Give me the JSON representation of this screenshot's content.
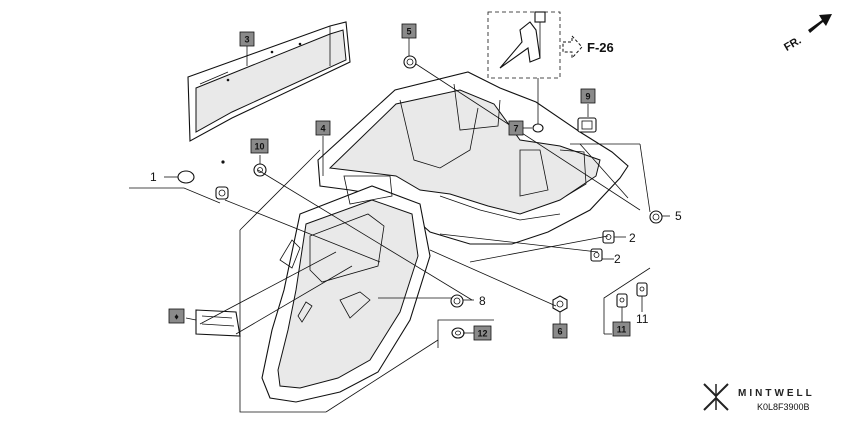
{
  "callouts": {
    "p1": "1",
    "p2a": "2",
    "p2b": "2",
    "p3": "3",
    "p4": "4",
    "p5a": "5",
    "p5b": "5",
    "p6": "6",
    "p7": "7",
    "p8": "8",
    "p9": "9",
    "p10": "10",
    "p11a": "11",
    "p11b": "11",
    "p12": "12",
    "reflector": "♦"
  },
  "reference": "F-26",
  "direction": "FR.",
  "diagram_code": "K0L8F3900B",
  "watermark": "MINTWELL",
  "colors": {
    "callout_box": "#8a8a8a",
    "line": "#111111"
  },
  "icons": [
    "front-arrow-icon",
    "reference-arrow-icon",
    "mintwell-logo-icon"
  ]
}
